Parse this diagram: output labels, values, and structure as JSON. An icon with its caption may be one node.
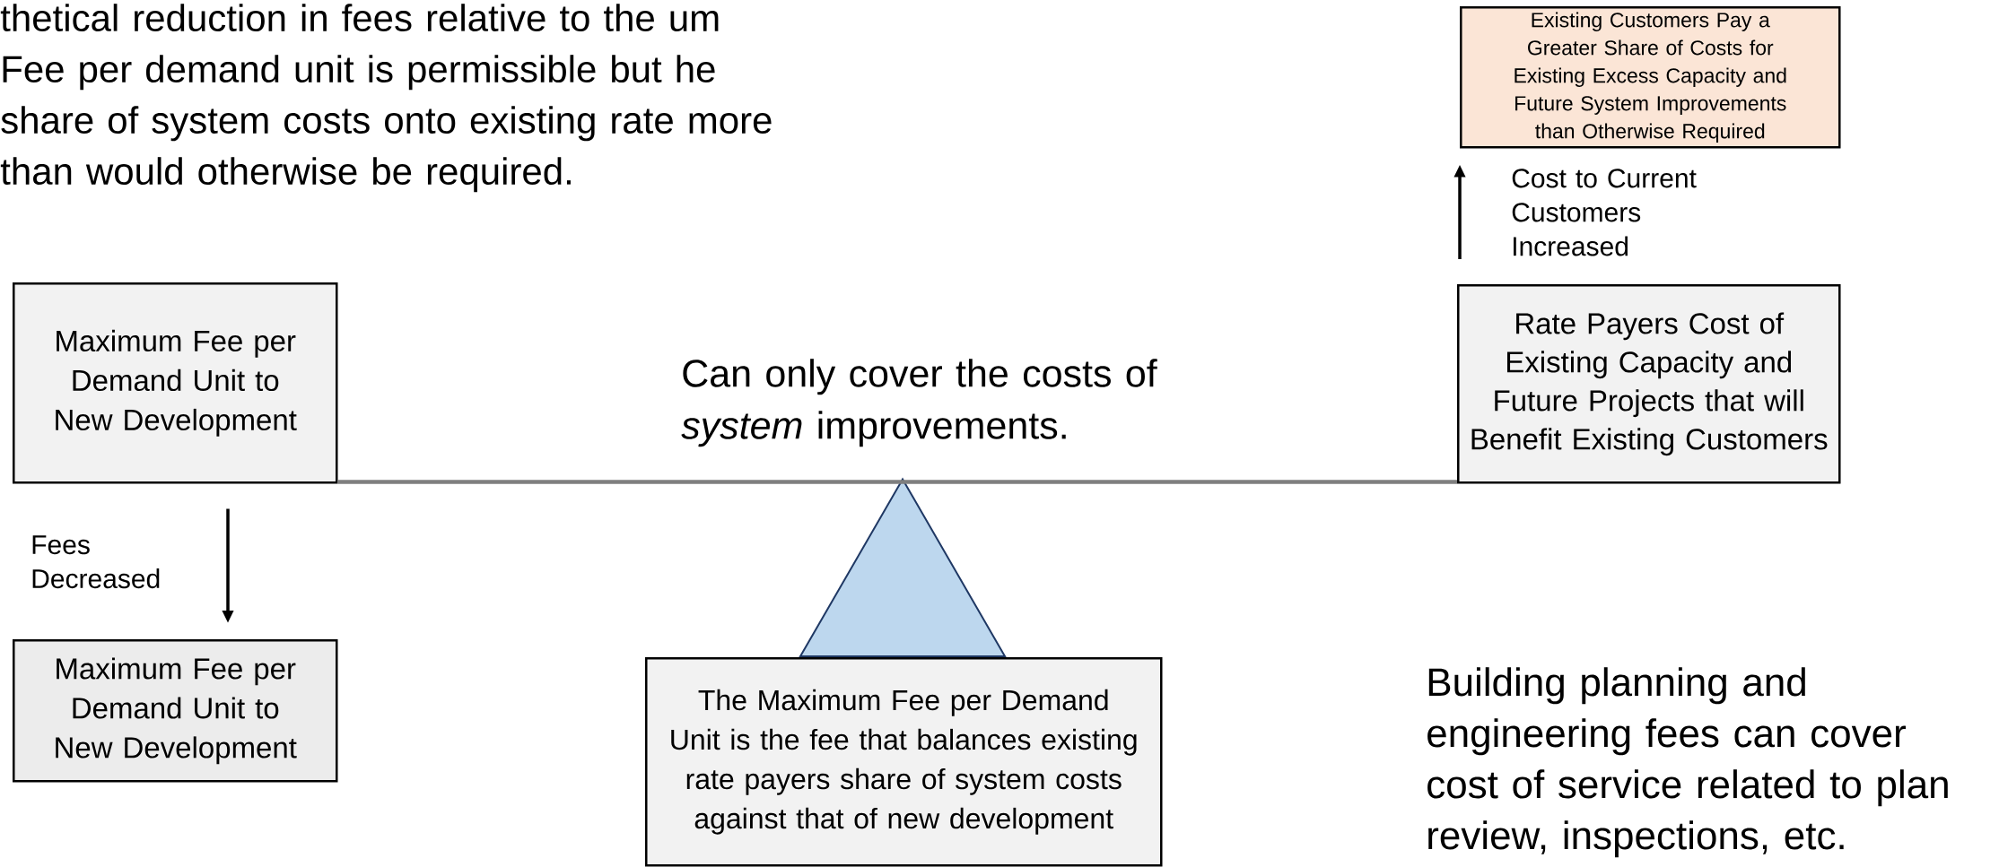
{
  "diagram": {
    "nodes": [
      {
        "text": [
          "Maximum Fee per Demand Unit to New Development"
        ]
      },
      {
        "text": [
          "Maximum Fee per Demand Unit to New Development"
        ]
      },
      {
        "text": [
          "Existing Customers Pay a Greater Share of Costs for Existing Excess Capacity and Future System Improvements than Otherwise Required"
        ]
      },
      {
        "text": [
          "Rate Payers Cost of Existing Capacity and Future Projects that will Benefit Existing Customers"
        ]
      },
      {
        "text": [
          "The Maximum Fee per Demand Unit is the fee that balances existing rate payers share of system costs against that of new development"
        ]
      },
      {
        "text": [],
        "shape": "triangle"
      }
    ],
    "edges": [
      {
        "from": 0,
        "to": 1,
        "arrow": "to",
        "label": "Fees Decreased"
      },
      {
        "from": 3,
        "to": 2,
        "arrow": "to",
        "label": "Cost to Current Customers Increased"
      },
      {
        "from": 0,
        "to": 3,
        "arrow": "none",
        "color": "#7f7f7f"
      }
    ],
    "labels": [
      "thetical reduction in fees relative to the um Fee per demand unit is permissible but he share of system costs onto existing rate more than would otherwise be required.",
      "Can only cover the costs of *system* improvements.",
      "Building planning and engineering fees can cover cost of service related to plan review, inspections, etc."
    ]
  }
}
